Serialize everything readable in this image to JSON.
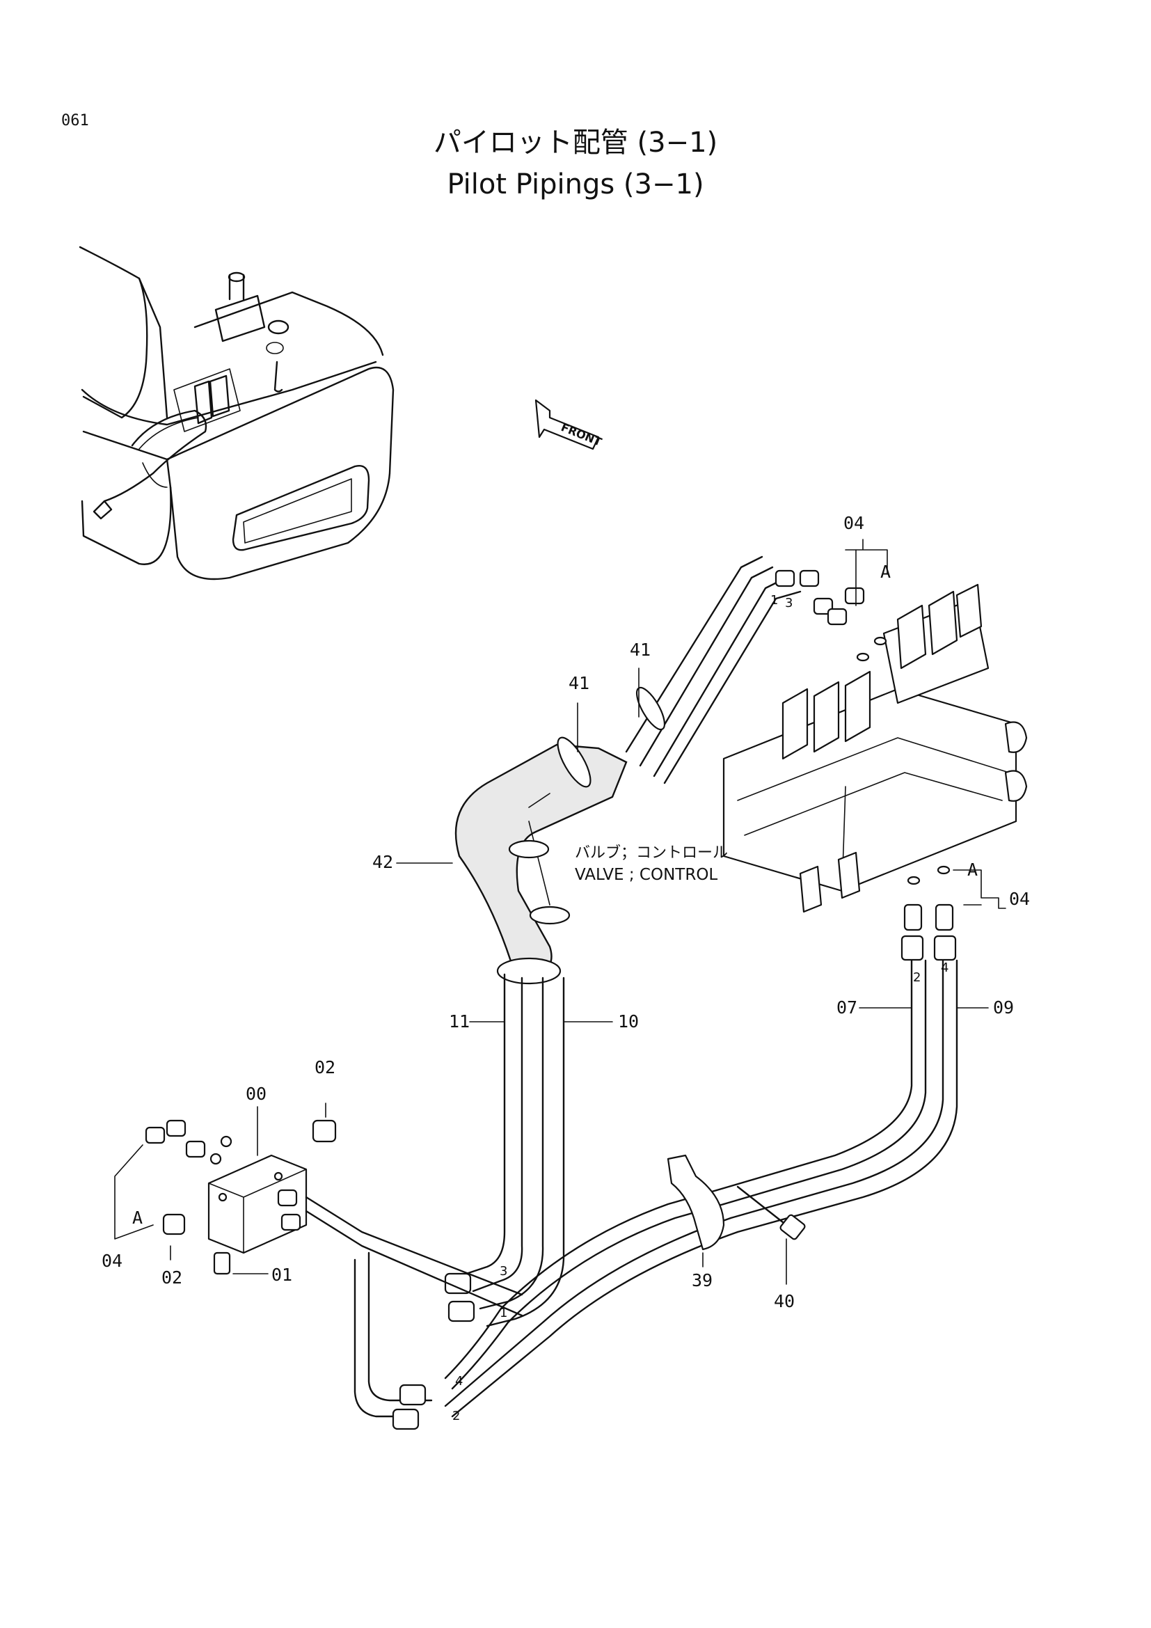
{
  "page_number": "061",
  "title_jp": "パイロット配管 (3−1)",
  "title_en": "Pilot Pipings (3−1)",
  "front_arrow_label": "FRONT",
  "valve_label_jp": "バルブ；コントロール",
  "valve_label_en": "VALVE ; CONTROL",
  "port_letter": "A",
  "callouts": {
    "p00": "00",
    "p01": "01",
    "p02_top": "02",
    "p02_bottom": "02",
    "p04_left": "04",
    "p04_top": "04",
    "p04_right": "04",
    "p07": "07",
    "p09": "09",
    "p10": "10",
    "p11": "11",
    "p39": "39",
    "p40": "40",
    "p41_a": "41",
    "p41_b": "41",
    "p42": "42"
  },
  "pipe_marks": {
    "m1_left": "1",
    "m3_left": "3",
    "m4_left": "4",
    "m2_left": "2",
    "m1_top": "1",
    "m3_top": "3",
    "m2_right": "2",
    "m4_right": "4"
  }
}
